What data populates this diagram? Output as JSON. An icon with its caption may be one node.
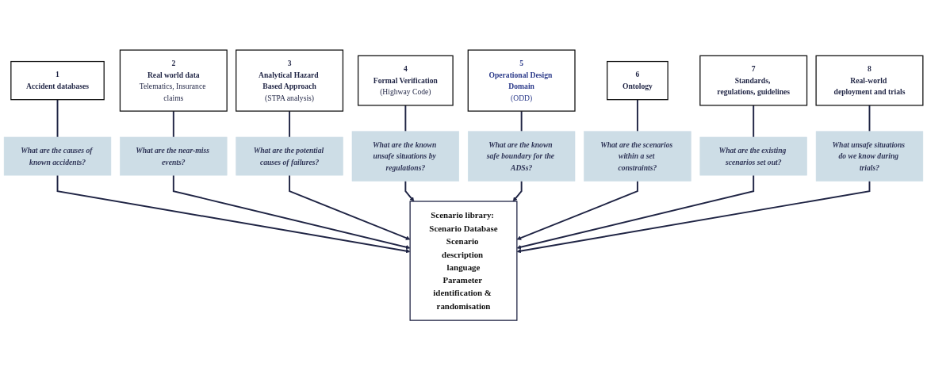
{
  "diagram": {
    "nodes": [
      {
        "text": [
          "1",
          "Accident databases"
        ]
      },
      {
        "text": [
          "2",
          "Real world data",
          "Telematics, Insurance claims"
        ]
      },
      {
        "text": [
          "3",
          "Analytical Hazard Based Approach",
          "(STPA analysis)"
        ]
      },
      {
        "text": [
          "4",
          "Formal Verification",
          "(Highway Code)"
        ]
      },
      {
        "text": [
          "5",
          "Operational Design Domain",
          "(ODD)"
        ]
      },
      {
        "text": [
          "6",
          "Ontology"
        ]
      },
      {
        "text": [
          "7",
          "Standards, regulations, guidelines"
        ]
      },
      {
        "text": [
          "8",
          "Real-world deployment and trials"
        ]
      },
      {
        "text": [
          "What are the causes of known accidents?"
        ]
      },
      {
        "text": [
          "What are the near-miss events?"
        ]
      },
      {
        "text": [
          "What are the potential causes of failures?"
        ]
      },
      {
        "text": [
          "What are the known unsafe situations by regulations?"
        ]
      },
      {
        "text": [
          "What are the known safe boundary for the ADSs?"
        ]
      },
      {
        "text": [
          "What are the scenarios within a set constraints?"
        ]
      },
      {
        "text": [
          "What are the existing scenarios set out?"
        ]
      },
      {
        "text": [
          "What unsafe situations do we know during trials?"
        ]
      },
      {
        "text": [
          "Scenario library: Scenario Database",
          "Scenario description language",
          "Parameter identification & randomisation"
        ]
      }
    ],
    "edges": [
      {
        "from": 0,
        "to": 8,
        "arrow": "none"
      },
      {
        "from": 1,
        "to": 9,
        "arrow": "none"
      },
      {
        "from": 2,
        "to": 10,
        "arrow": "none"
      },
      {
        "from": 3,
        "to": 11,
        "arrow": "none"
      },
      {
        "from": 4,
        "to": 12,
        "arrow": "none"
      },
      {
        "from": 5,
        "to": 13,
        "arrow": "none"
      },
      {
        "from": 6,
        "to": 14,
        "arrow": "none"
      },
      {
        "from": 7,
        "to": 15,
        "arrow": "none"
      },
      {
        "from": 8,
        "to": 16,
        "arrow": "to"
      },
      {
        "from": 9,
        "to": 16,
        "arrow": "to"
      },
      {
        "from": 10,
        "to": 16,
        "arrow": "to"
      },
      {
        "from": 11,
        "to": 16,
        "arrow": "to"
      },
      {
        "from": 12,
        "to": 16,
        "arrow": "to"
      },
      {
        "from": 13,
        "to": 16,
        "arrow": "to"
      },
      {
        "from": 14,
        "to": 16,
        "arrow": "to"
      },
      {
        "from": 15,
        "to": 16,
        "arrow": "to"
      }
    ]
  }
}
